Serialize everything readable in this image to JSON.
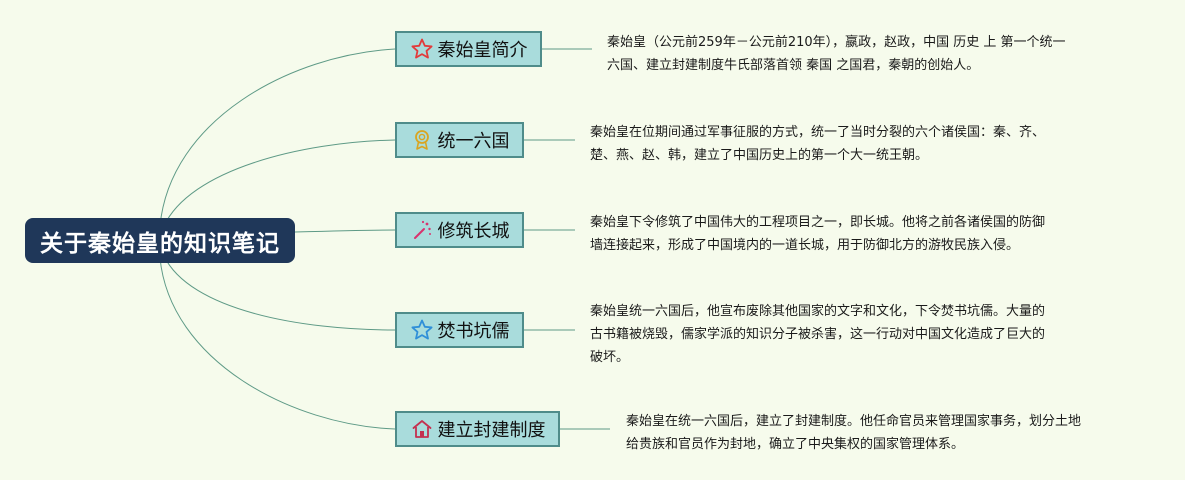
{
  "root": {
    "title": "关于秦始皇的知识笔记"
  },
  "branches": [
    {
      "label": "秦始皇简介",
      "icon": "star-outline-red-icon",
      "note_lines": [
        "秦始皇（公元前259年－公元前210年），嬴政，赵政，中国 历史 上 第一个统一",
        "六国、建立封建制度牛氏部落首领 秦国 之国君，秦朝的创始人。"
      ]
    },
    {
      "label": "统一六国",
      "icon": "award-medal-icon",
      "note_lines": [
        "秦始皇在位期间通过军事征服的方式，统一了当时分裂的六个诸侯国：秦、齐、",
        "楚、燕、赵、韩，建立了中国历史上的第一个大一统王朝。"
      ]
    },
    {
      "label": "修筑长城",
      "icon": "sparkle-wand-icon",
      "note_lines": [
        "秦始皇下令修筑了中国伟大的工程项目之一，即长城。他将之前各诸侯国的防御",
        "墙连接起来，形成了中国境内的一道长城，用于防御北方的游牧民族入侵。"
      ]
    },
    {
      "label": "焚书坑儒",
      "icon": "star-outline-blue-icon",
      "note_lines": [
        "秦始皇统一六国后，他宣布废除其他国家的文字和文化，下令焚书坑儒。大量的",
        "古书籍被烧毁，儒家学派的知识分子被杀害，这一行动对中国文化造成了巨大的",
        "破坏。"
      ]
    },
    {
      "label": "建立封建制度",
      "icon": "house-icon",
      "note_lines": [
        "秦始皇在统一六国后，建立了封建制度。他任命官员来管理国家事务，划分土地",
        "给贵族和官员作为封地，确立了中央集权的国家管理体系。"
      ]
    }
  ],
  "colors": {
    "background": "#f6fbec",
    "root_fill": "#1f3759",
    "node_fill": "#a9dcdc",
    "node_border": "#4f8c8a",
    "connector": "#5e9a86"
  }
}
